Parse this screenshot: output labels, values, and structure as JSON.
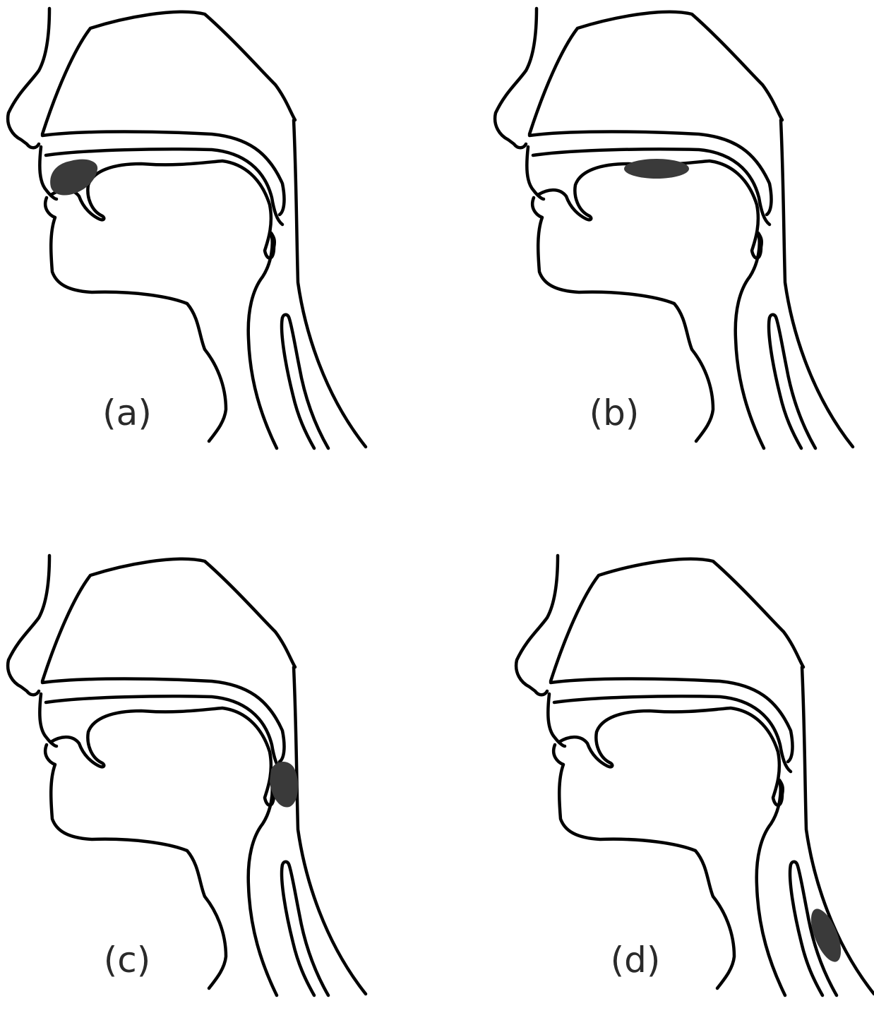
{
  "figure": {
    "panels": [
      {
        "label": "(a)",
        "highlight_region": "lips-teeth"
      },
      {
        "label": "(b)",
        "highlight_region": "hard-palate"
      },
      {
        "label": "(c)",
        "highlight_region": "pharynx"
      },
      {
        "label": "(d)",
        "highlight_region": "larynx"
      }
    ]
  },
  "colors": {
    "outline": "#000000",
    "highlight": "#3a3a3a",
    "label": "#2a2a2a",
    "background": "#ffffff"
  }
}
